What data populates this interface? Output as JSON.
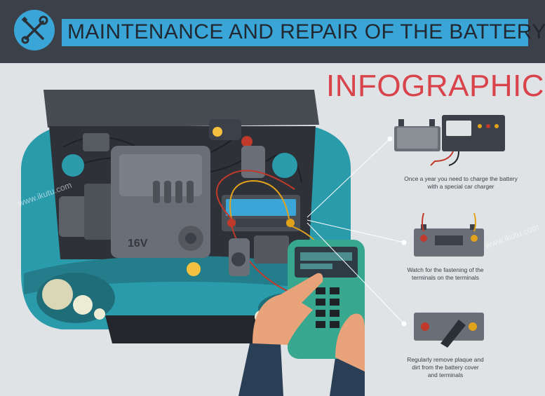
{
  "header": {
    "title": "MAINTENANCE AND REPAIR OF THE BATTERY",
    "icon": "wrench-and-screwdriver-icon"
  },
  "subtitle": "INFOGRAPHIC",
  "illustration": {
    "engine_label": "16V",
    "colors": {
      "car_body": "#2a9bab",
      "engine": "#6a6e76",
      "battery": "#3aa6d8",
      "terminal": "#e2a21c",
      "tester": "#38a78f"
    }
  },
  "tips": [
    {
      "icon": "battery-charger-icon",
      "text": "Once a year you need to charge the battery with a special car charger"
    },
    {
      "icon": "battery-terminals-icon",
      "text": "Watch for the fastening of the terminals on the terminals"
    },
    {
      "icon": "battery-cleaning-icon",
      "text": "Regularly remove plaque and dirt from the battery cover and terminals"
    }
  ],
  "watermark": "www.ikutu.com"
}
